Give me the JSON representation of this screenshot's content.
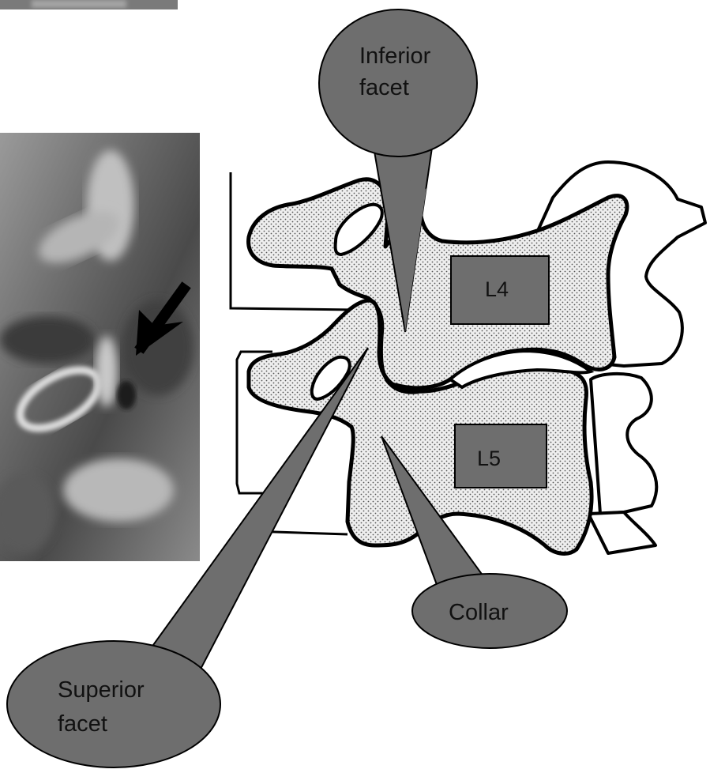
{
  "labels": {
    "inferior_facet": [
      "Inferior",
      "facet"
    ],
    "superior_facet": [
      "Superior",
      "facet"
    ],
    "collar": "Collar",
    "l4": "L4",
    "l5": "L5"
  },
  "colors": {
    "callout_fill": "#6e6e6e",
    "box_fill": "#6e6e6e",
    "outline": "#000000",
    "bone_fill": "#e8e8e8",
    "xray_dark": "#3a3a3a",
    "xray_light": "#c8c8c8"
  },
  "icons": {
    "xray_arrow": "arrow-down-left-icon"
  }
}
